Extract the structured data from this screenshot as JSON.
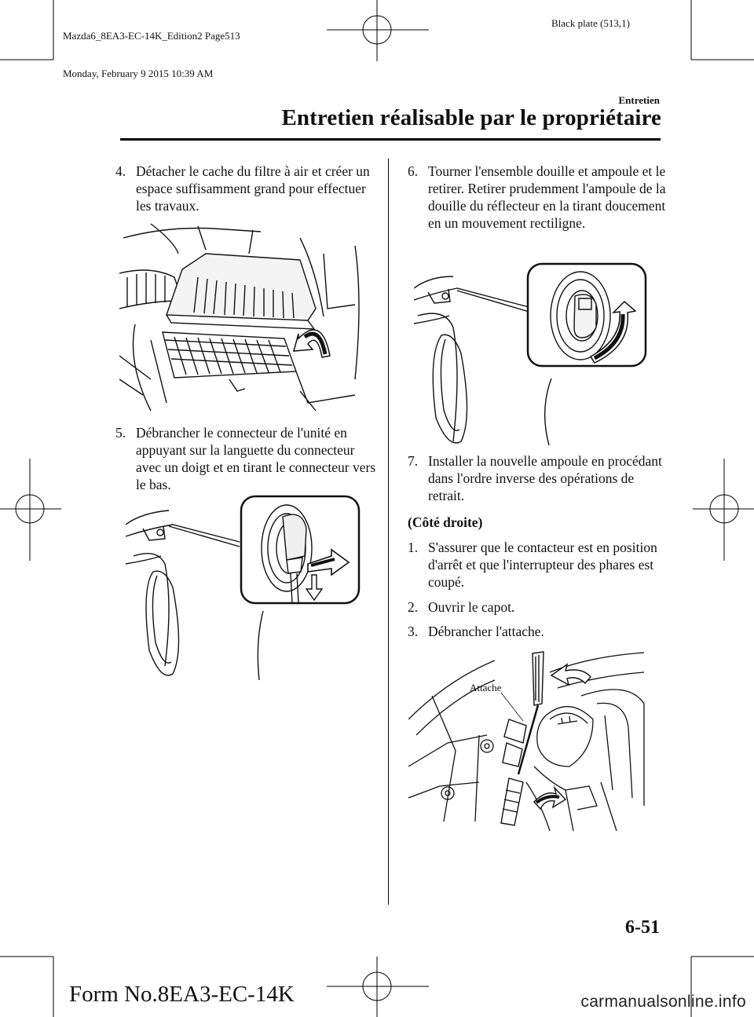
{
  "header": {
    "meta_line1": "Mazda6_8EA3-EC-14K_Edition2 Page513",
    "meta_line2": "Monday, February 9 2015 10:39 AM",
    "plate": "Black plate (513,1)",
    "section_small": "Entretien",
    "section_title": "Entretien réalisable par le propriétaire"
  },
  "left_column": {
    "step4": {
      "num": "4.",
      "text": "Détacher le cache du filtre à air et créer un espace suffisamment grand pour effectuer les travaux."
    },
    "step5": {
      "num": "5.",
      "text": "Débrancher le connecteur de l'unité en appuyant sur la languette du connecteur avec un doigt et en tirant le connecteur vers le bas."
    }
  },
  "right_column": {
    "step6": {
      "num": "6.",
      "text": "Tourner l'ensemble douille et ampoule et le retirer. Retirer prudemment l'ampoule de la douille du réflecteur en la tirant doucement en un mouvement rectiligne."
    },
    "step7": {
      "num": "7.",
      "text": "Installer la nouvelle ampoule en procédant dans l'ordre inverse des opérations de retrait."
    },
    "side_heading": "(Côté droite)",
    "r1": {
      "num": "1.",
      "text": "S'assurer que le contacteur est en position d'arrêt et que l'interrupteur des phares est coupé."
    },
    "r2": {
      "num": "2.",
      "text": "Ouvrir le capot."
    },
    "r3": {
      "num": "3.",
      "text": "Débrancher l'attache."
    },
    "figure_label": "Attache"
  },
  "footer": {
    "page_number": "6-51",
    "form_number": "Form No.8EA3-EC-14K",
    "watermark": "carmanualsonline.info"
  }
}
